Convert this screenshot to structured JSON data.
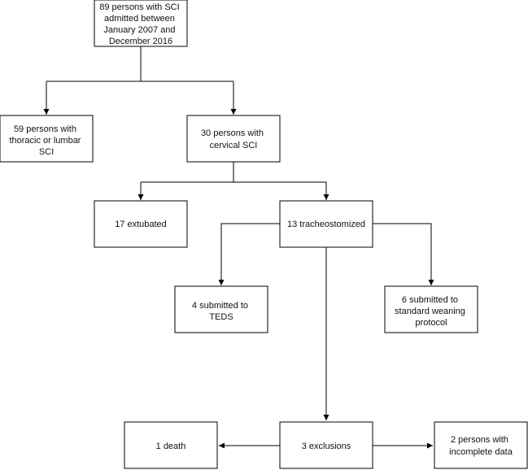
{
  "nodes": {
    "total": {
      "lines": [
        "89 persons with SCI",
        "admitted between",
        "January 2007 and",
        "December 2016"
      ]
    },
    "thoracic": {
      "lines": [
        "59 persons with",
        "thoracic or lumbar",
        "SCI"
      ]
    },
    "cervical": {
      "lines": [
        "30 persons with",
        "cervical SCI"
      ]
    },
    "extubated": {
      "lines": [
        "17 extubated"
      ]
    },
    "tracheo": {
      "lines": [
        "13 tracheostomized"
      ]
    },
    "teds": {
      "lines": [
        "4 submitted to",
        "TEDS"
      ]
    },
    "weaning": {
      "lines": [
        "6 submitted to",
        "standard weaning",
        "protocol"
      ]
    },
    "exclusions": {
      "lines": [
        "3 exclusions"
      ]
    },
    "death": {
      "lines": [
        "1 death"
      ]
    },
    "incomplete": {
      "lines": [
        "2 persons with",
        "incomplete data"
      ]
    }
  }
}
